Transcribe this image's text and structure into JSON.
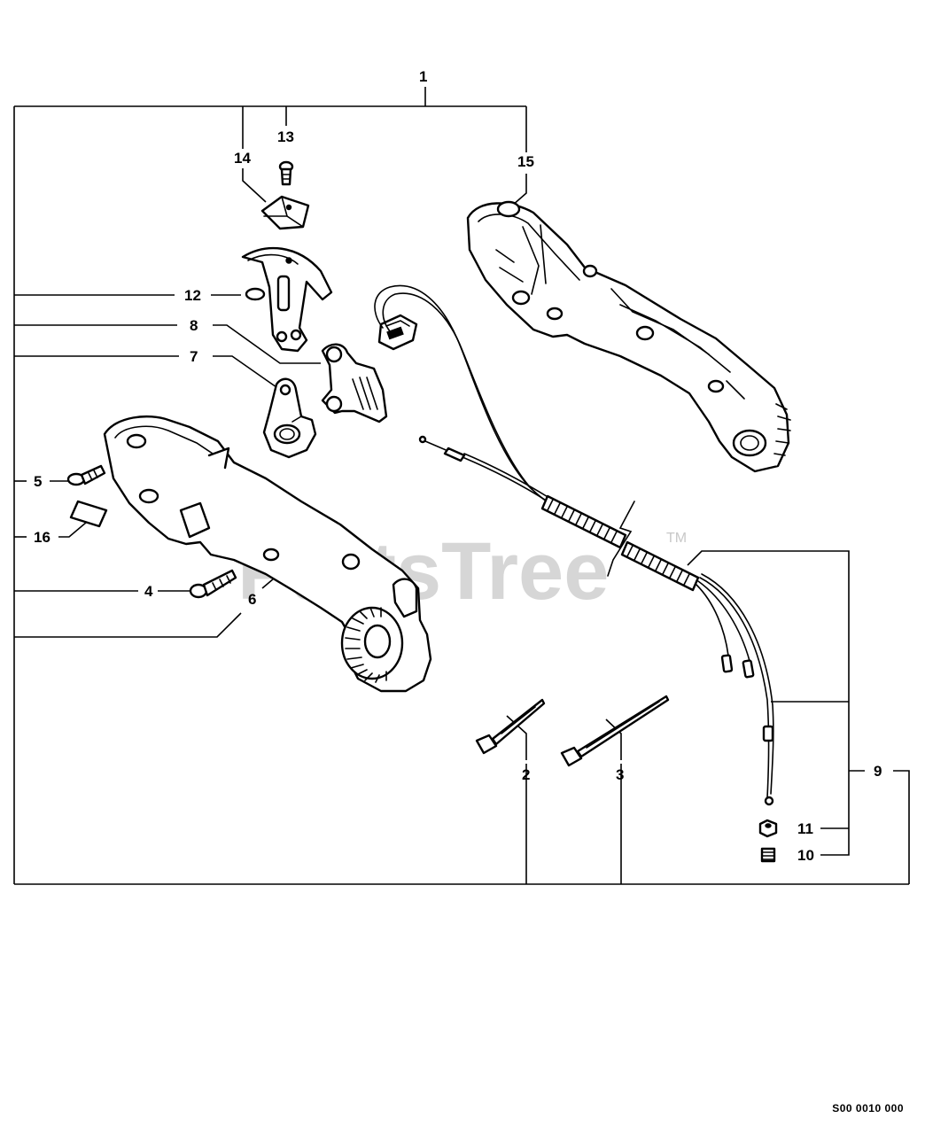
{
  "diagram": {
    "callouts": {
      "c1": "1",
      "c2": "2",
      "c3": "3",
      "c4": "4",
      "c5": "5",
      "c6": "6",
      "c7": "7",
      "c8": "8",
      "c9": "9",
      "c10": "10",
      "c11": "11",
      "c12": "12",
      "c13": "13",
      "c14": "14",
      "c15": "15",
      "c16": "16"
    },
    "watermark": {
      "text": "PartsTree",
      "trademark": "TM"
    },
    "doc_number": "S00 0010 000"
  }
}
